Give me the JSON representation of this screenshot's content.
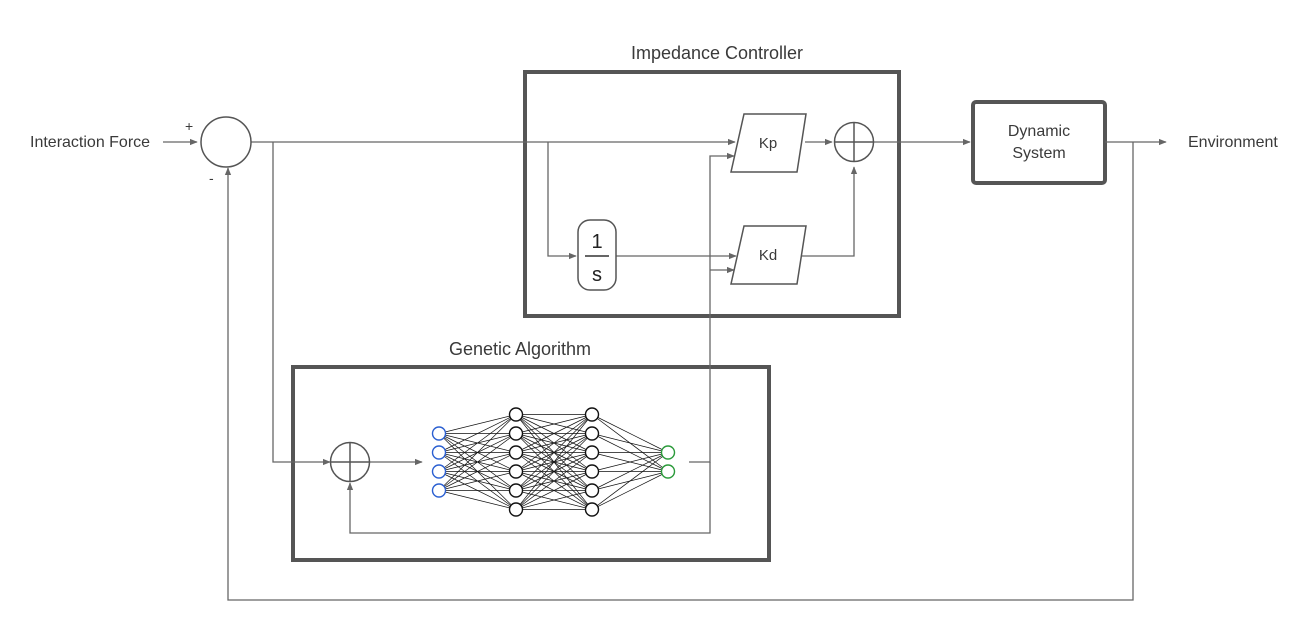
{
  "labels": {
    "input": "Interaction Force",
    "output": "Environment",
    "plus_sign": "+",
    "minus_sign": "-",
    "impedance_title": "Impedance Controller",
    "ga_title": "Genetic Algorithm",
    "dynamic_line1": "Dynamic",
    "dynamic_line2": "System",
    "kp": "Kp",
    "kd": "Kd",
    "integrator_num": "1",
    "integrator_den": "s"
  },
  "neural_net": {
    "layers": [
      4,
      6,
      6,
      2
    ],
    "colors": {
      "input": "#2a5fd1",
      "hidden": "#111111",
      "output": "#2a9a3a"
    }
  },
  "colors": {
    "line": "#666666",
    "box": "#555555"
  }
}
